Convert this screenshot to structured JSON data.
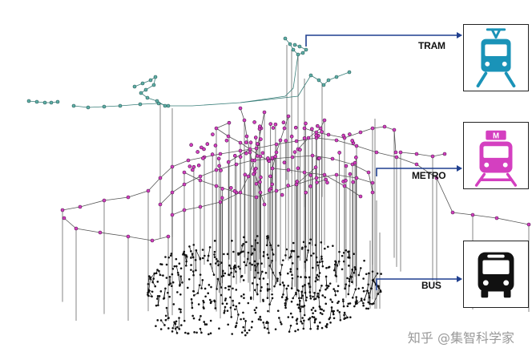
{
  "labels": {
    "tram": "TRAM",
    "metro": "METRO",
    "bus": "BUS"
  },
  "icons": {
    "tram": "tram-icon",
    "metro": "metro-icon",
    "bus": "bus-icon"
  },
  "icon_letters": {
    "metro": "M"
  },
  "colors": {
    "tram": "#1a93b8",
    "tram_nodes": "#5fb0a8",
    "metro": "#d43fc0",
    "metro_nodes": "#8a2a86",
    "bus": "#111111",
    "arrow": "#1f3f8f",
    "vertical_links": "#333333"
  },
  "watermark": "知乎 @集智科学家"
}
